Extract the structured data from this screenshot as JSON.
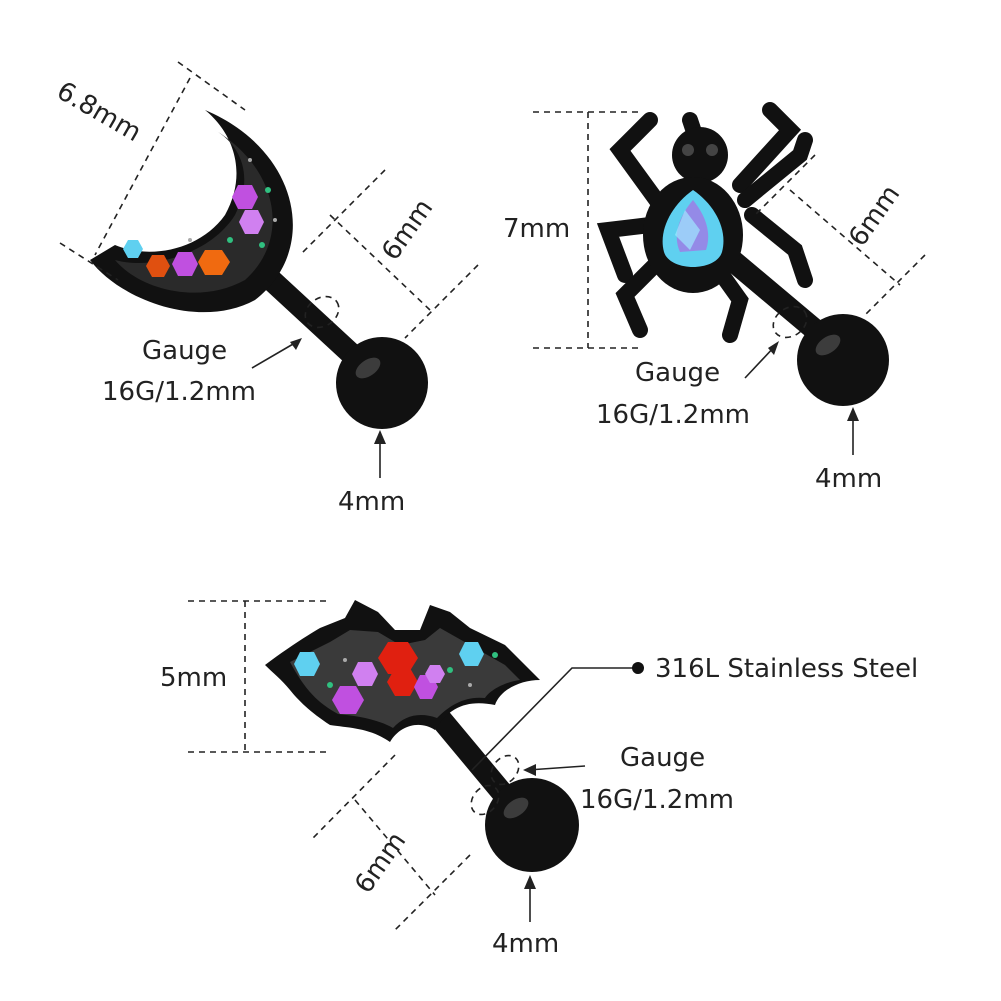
{
  "moon": {
    "width_label": "6.8mm",
    "bar_label": "6mm",
    "gauge_title": "Gauge",
    "gauge_value": "16G/1.2mm",
    "ball_label": "4mm"
  },
  "spider": {
    "height_label": "7mm",
    "bar_label": "6mm",
    "gauge_title": "Gauge",
    "gauge_value": "16G/1.2mm",
    "ball_label": "4mm"
  },
  "bat": {
    "height_label": "5mm",
    "material_label": "316L Stainless Steel",
    "gauge_title": "Gauge",
    "gauge_value": "16G/1.2mm",
    "bar_label": "6mm",
    "ball_label": "4mm"
  },
  "colors": {
    "metal": "#111111",
    "gem_blue": "#5fd0f0",
    "gem_purple": "#c050e0",
    "gem_orange": "#f06a10",
    "gem_red": "#e02010",
    "gem_green": "#30c080"
  }
}
